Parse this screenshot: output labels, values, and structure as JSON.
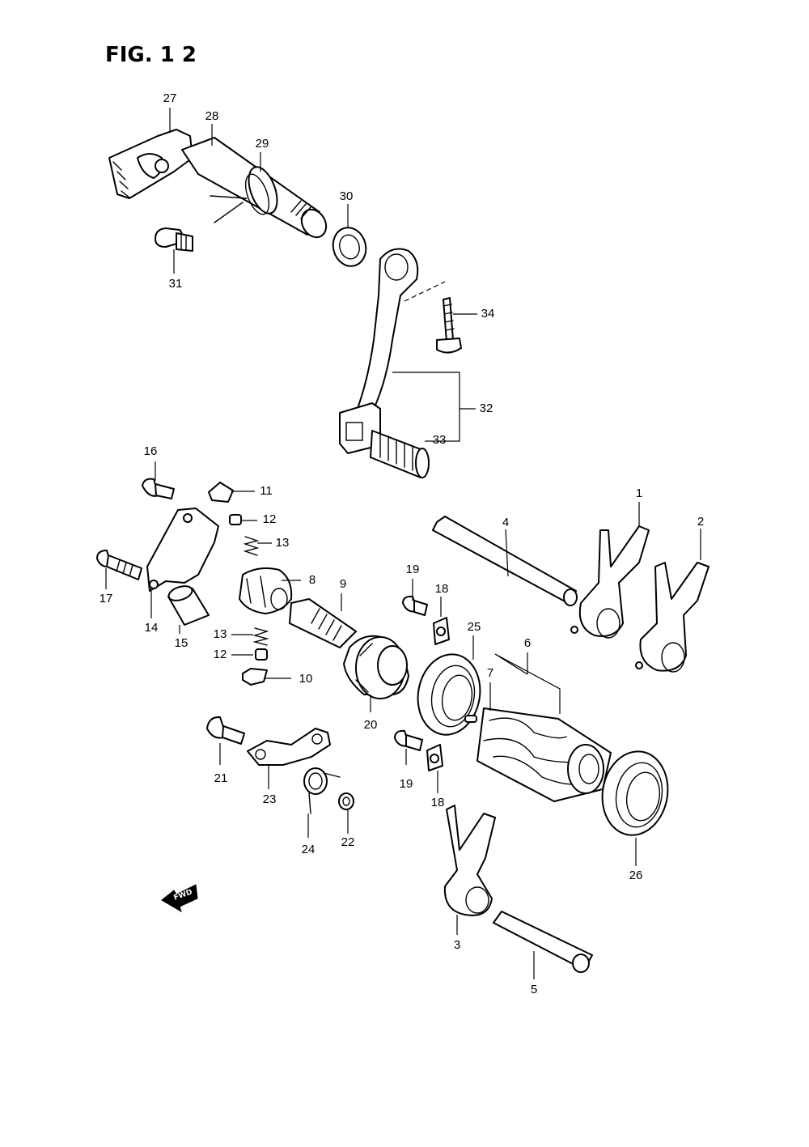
{
  "figure": {
    "title": "FIG. 1 2",
    "fwd_label": "FWD"
  },
  "callouts": {
    "c1": "1",
    "c2": "2",
    "c3": "3",
    "c4": "4",
    "c5": "5",
    "c6": "6",
    "c7": "7",
    "c8": "8",
    "c9": "9",
    "c10": "10",
    "c11": "11",
    "c12a": "12",
    "c12b": "12",
    "c13a": "13",
    "c13b": "13",
    "c14": "14",
    "c15": "15",
    "c16": "16",
    "c17": "17",
    "c18a": "18",
    "c18b": "18",
    "c19a": "19",
    "c19b": "19",
    "c20": "20",
    "c21": "21",
    "c22": "22",
    "c23": "23",
    "c24": "24",
    "c25": "25",
    "c26": "26",
    "c27": "27",
    "c28": "28",
    "c29": "29",
    "c30": "30",
    "c31": "31",
    "c32": "32",
    "c33": "33",
    "c34": "34"
  },
  "colors": {
    "line": "#000000",
    "background": "#ffffff"
  },
  "icons": {
    "fwd_arrow": "fwd-arrow-icon"
  }
}
